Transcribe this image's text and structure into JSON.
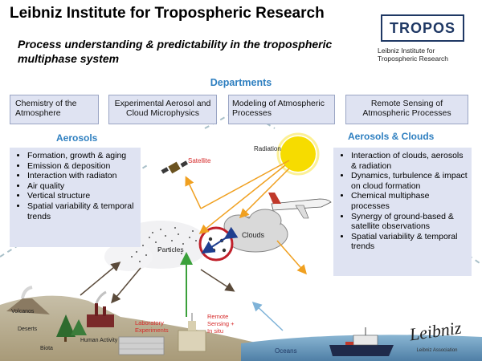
{
  "header": {
    "title": "Leibniz Institute for Tropospheric Research",
    "subtitle": "Process understanding & predictability in the tropospheric multiphase system",
    "logo_text": "TROPOS",
    "logo_subtext": "Leibniz Institute for Tropospheric Research"
  },
  "departments": {
    "heading": "Departments",
    "items": [
      "Chemistry of the Atmosphere",
      "Experimental Aerosol and Cloud Microphysics",
      "Modeling of Atmospheric Processes",
      "Remote Sensing of Atmospheric Processes"
    ]
  },
  "aerosols": {
    "heading": "Aerosols",
    "items": [
      "Formation, growth & aging",
      "Emission & deposition",
      "Interaction with radiaton",
      "Air quality",
      "Vertical structure",
      "Spatial variability & temporal trends"
    ]
  },
  "aerosols_clouds": {
    "heading": "Aerosols & Clouds",
    "items": [
      "Interaction of clouds, aerosols & radiation",
      "Dynamics, turbulence & impact on cloud formation",
      "Chemical multiphase processes",
      "Synergy of ground-based & satellite observations",
      "Spatial variability & temporal trends"
    ]
  },
  "scene_labels": {
    "satellite": "Satellite",
    "radiation": "Radiation",
    "particles": "Particles",
    "clouds": "Clouds",
    "volcanos": "Volcanos",
    "deserts": "Deserts",
    "biota": "Biota",
    "human_activity": "Human Activity",
    "laboratory_1": "Laboratory",
    "laboratory_2": "Experiments",
    "remote_1": "Remote",
    "remote_2": "Sensing +",
    "remote_3": "In situ",
    "oceans": "Oceans",
    "leibniz": "Leibniz",
    "leibniz_assoc": "Leibniz Association"
  },
  "colors": {
    "accent_blue": "#2e7fc0",
    "panel_fill": "#dfe3f2",
    "label_red": "#d62a2a",
    "sun": "#f6dc00",
    "arrow_orange": "#f0a020",
    "arrow_green": "#3aa03a"
  }
}
